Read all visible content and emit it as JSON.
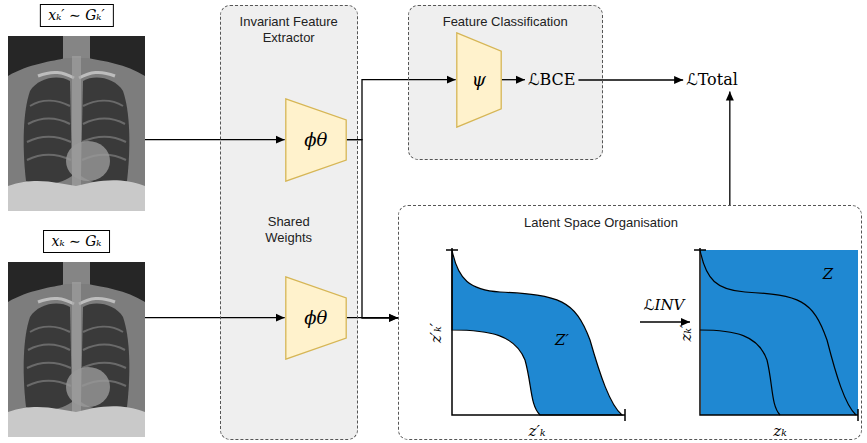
{
  "diagram": {
    "nodes": [
      {
        "text": [
          "xₖ′ ∼ Gₖ′"
        ]
      },
      {
        "text": [
          "xₖ ∼ Gₖ"
        ]
      },
      {
        "text": [
          "Invariant Feature Extractor",
          "Shared Weights"
        ]
      },
      {
        "text": [
          "ϕθ"
        ],
        "in": 2
      },
      {
        "text": [
          "ϕθ"
        ],
        "in": 2
      },
      {
        "text": [
          "Feature Classification"
        ]
      },
      {
        "text": [
          "ψ"
        ],
        "in": 5
      },
      {
        "text": [
          "ℒBCE"
        ],
        "in": 5
      },
      {
        "text": [
          "ℒTotal"
        ]
      },
      {
        "text": [
          "Latent Space Organisation"
        ]
      }
    ],
    "edges": [
      {
        "from": 0,
        "to": 3,
        "arrow": "to"
      },
      {
        "from": 1,
        "to": 4,
        "arrow": "to"
      },
      {
        "from": 3,
        "to": 6,
        "arrow": "to"
      },
      {
        "from": 3,
        "to": 9,
        "arrow": "to"
      },
      {
        "from": 4,
        "to": 9,
        "arrow": "to"
      },
      {
        "from": 6,
        "to": 7,
        "arrow": "to"
      },
      {
        "from": 7,
        "to": 8,
        "arrow": "to"
      },
      {
        "from": 9,
        "to": 8,
        "arrow": "to"
      }
    ],
    "labels": [
      "z′ₖ′",
      "z′ₖ",
      "Z′",
      "ℒINV",
      "zₖ′",
      "zₖ",
      "Z"
    ]
  }
}
